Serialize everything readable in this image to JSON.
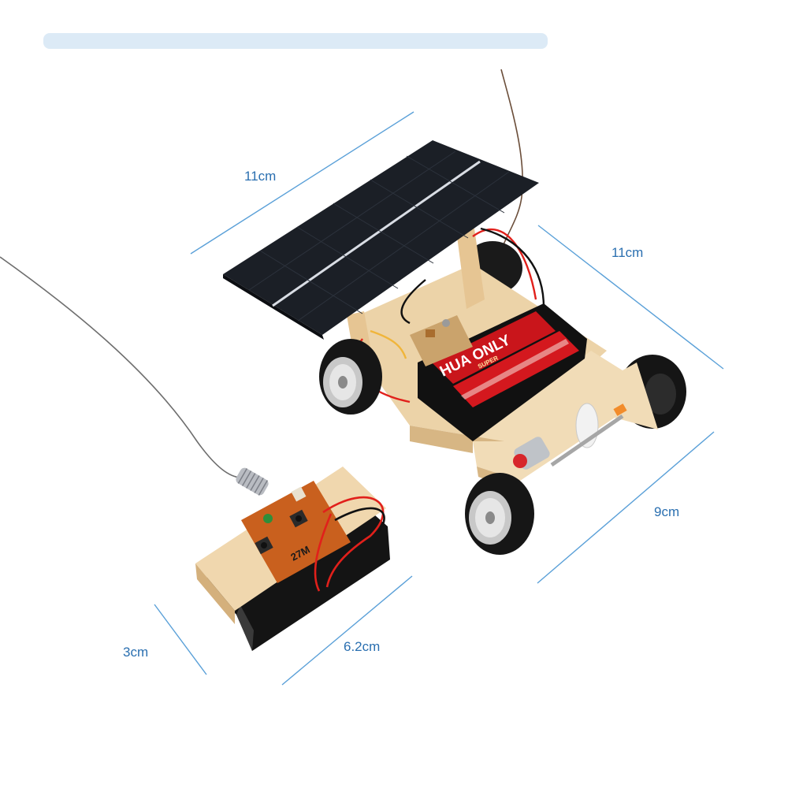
{
  "colors": {
    "dimension_line": "#5aa0d8",
    "dimension_text": "#2a6fb0",
    "wood": "#ecd3a8",
    "wood_shade": "#d7b684",
    "solar_panel": "#1b1f26",
    "battery_red": "#c9151b",
    "tire": "#1a1a1a",
    "rim": "#c8c8c8",
    "pcb": "#c9601e",
    "wire_red": "#e1201b"
  },
  "dimensions": {
    "car_length": "11cm",
    "car_width": "11cm",
    "car_height": "9cm",
    "remote_height": "3cm",
    "remote_length": "6.2cm"
  },
  "battery_brand": "HUA ONLY",
  "battery_sublabel": "SUPER ",
  "pcb_label": "27M"
}
